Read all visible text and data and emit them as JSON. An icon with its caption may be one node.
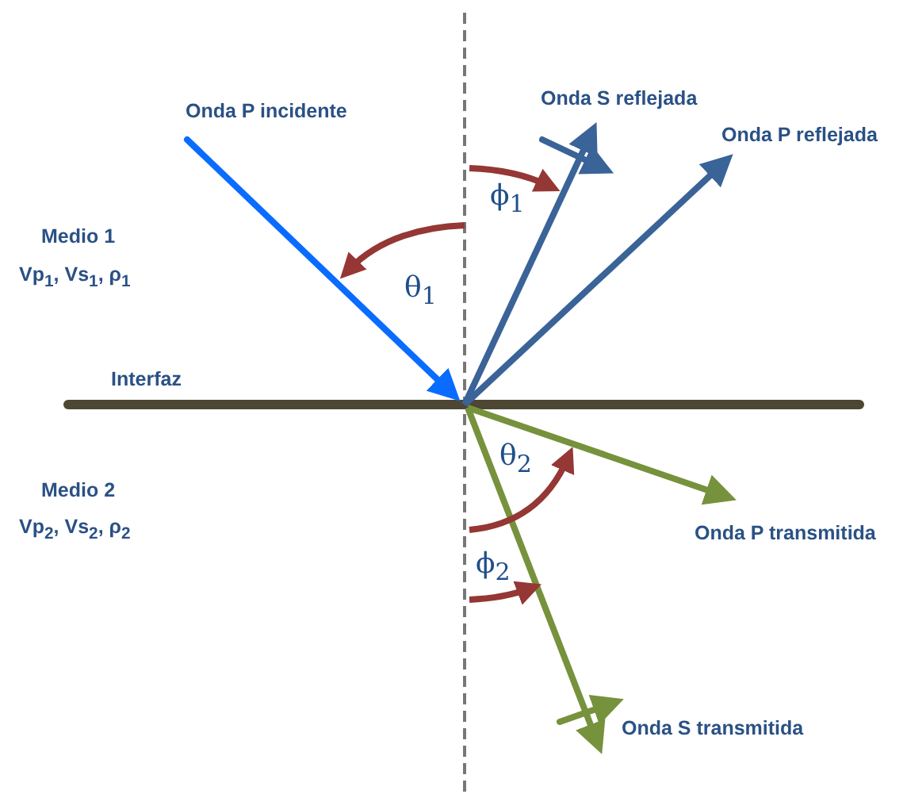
{
  "diagram": {
    "labels": [
      "Onda P incidente",
      "Onda S reflejada",
      "Onda P reflejada",
      "ϕ$_{1}$",
      "Medio 1",
      "Vp$_{1}$, Vs$_{1}$, ρ$_{1}$",
      "θ$_{1}$",
      "Interfaz",
      "θ$_{2}$",
      "Medio 2",
      "Vp$_{2}$, Vs$_{2}$, ρ$_{2}$",
      "Onda P transmitida",
      "ϕ$_{2}$",
      "Onda S transmitida"
    ]
  }
}
